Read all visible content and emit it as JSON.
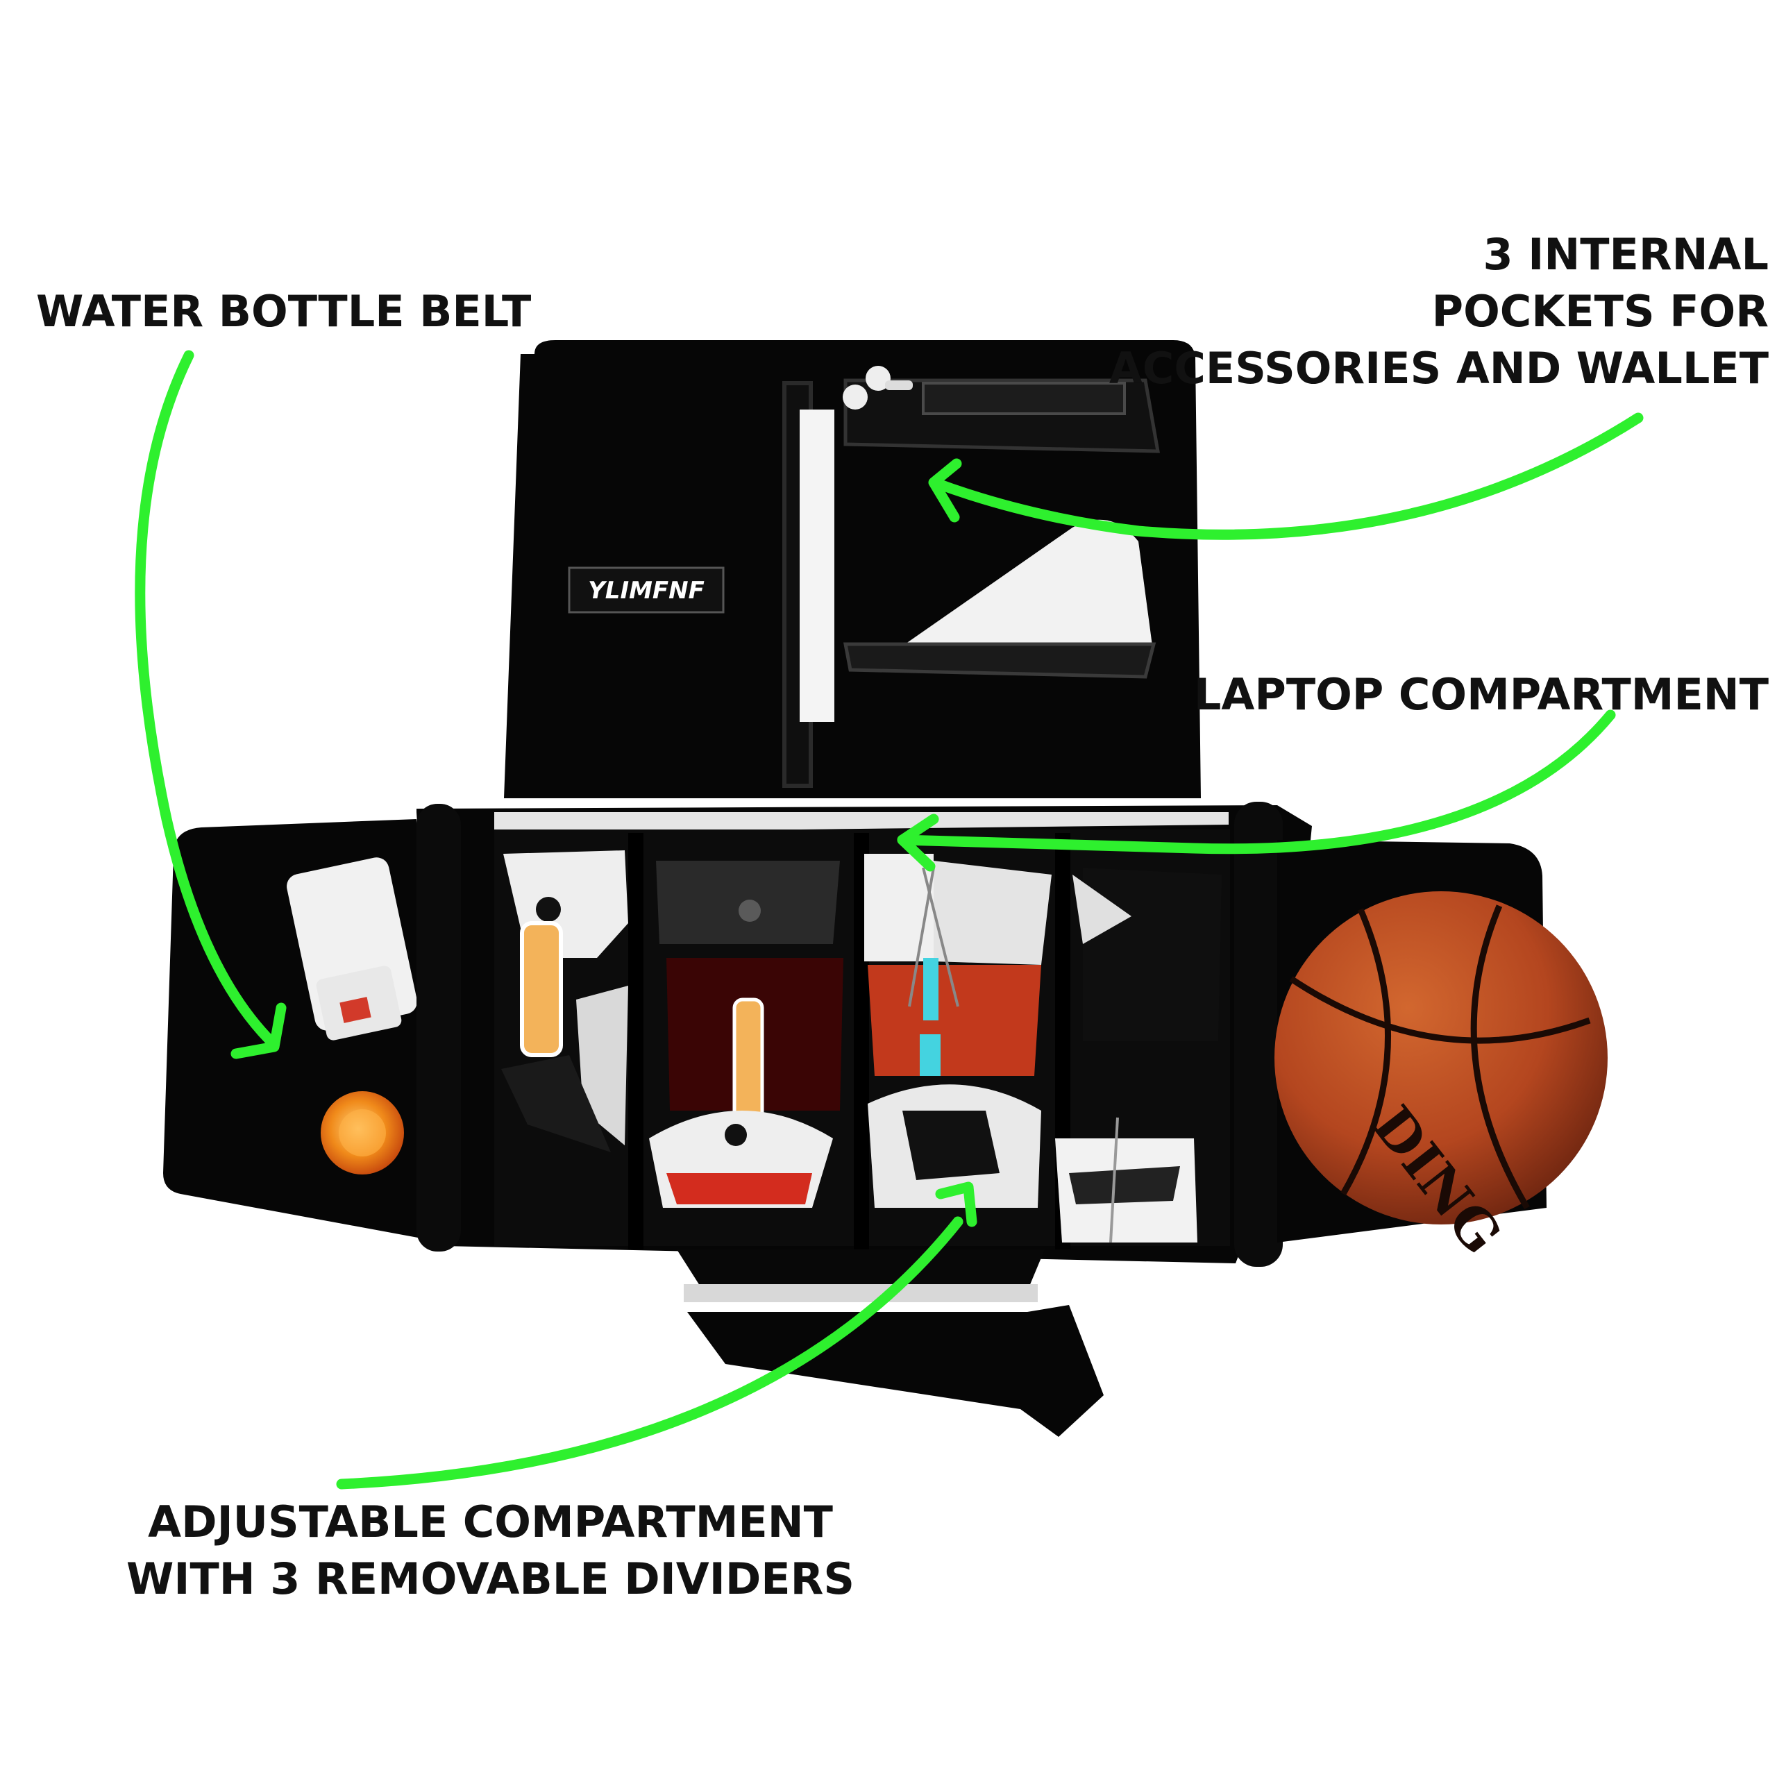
{
  "labels": {
    "water_bottle": "WATER BOTTLE BELT",
    "pockets": [
      "3 INTERNAL",
      "POCKETS FOR",
      "ACCESSORIES AND WALLET"
    ],
    "laptop": "LAPTOP COMPARTMENT",
    "dividers": [
      "ADJUSTABLE COMPARTMENT",
      "WITH 3 REMOVABLE DIVIDERS"
    ]
  },
  "brand": {
    "tag": "YLIMFNF",
    "ball_text": "DING"
  },
  "colors": {
    "arrow": "#2ef02e",
    "bag": "#060606",
    "ball": "#b4461f",
    "text": "#111111"
  }
}
